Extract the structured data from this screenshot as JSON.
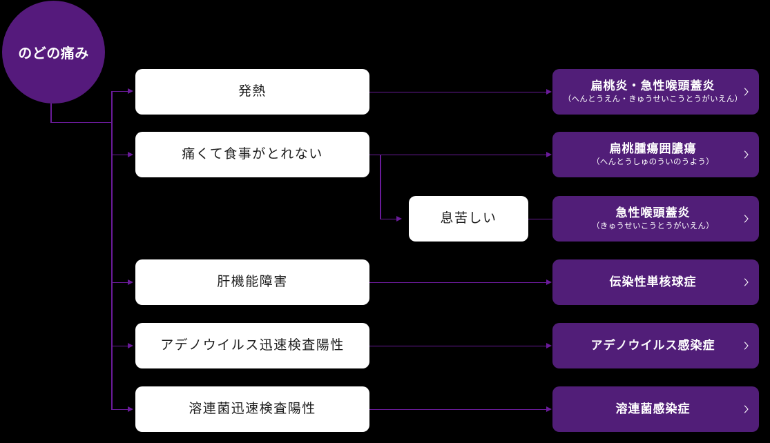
{
  "diagram": {
    "title": "のどの痛み",
    "root": {
      "label": "のどの痛み"
    },
    "symptoms": [
      {
        "label": "発熱"
      },
      {
        "label": "痛くて食事がとれない"
      },
      {
        "label": "息苦しい"
      },
      {
        "label": "肝機能障害"
      },
      {
        "label": "アデノウイルス迅速検査陽性"
      },
      {
        "label": "溶連菌迅速検査陽性"
      }
    ],
    "diagnoses": [
      {
        "title": "扁桃炎・急性喉頭蓋炎",
        "reading": "（へんとうえん・きゅうせいこうとうがいえん）",
        "chevron": "chevron-right-icon"
      },
      {
        "title": "扁桃腫瘍囲膿瘍",
        "reading": "（へんとうしゅのういのうよう）",
        "chevron": "chevron-right-icon"
      },
      {
        "title": "急性喉頭蓋炎",
        "reading": "（きゅうせいこうとうがいえん）",
        "chevron": "chevron-right-icon"
      },
      {
        "title": "伝染性単核球症",
        "reading": "",
        "chevron": "chevron-right-icon"
      },
      {
        "title": "アデノウイルス感染症",
        "reading": "",
        "chevron": "chevron-right-icon"
      },
      {
        "title": "溶連菌感染症",
        "reading": "",
        "chevron": "chevron-right-icon"
      }
    ],
    "colors": {
      "background": "#000000",
      "node_purple": "#551a7c",
      "box_purple": "#511e78",
      "connector_purple": "#6a1b9a",
      "symptom_background": "#ffffff",
      "symptom_text": "#1c1c1c",
      "diagnosis_text": "#ffffff"
    }
  }
}
